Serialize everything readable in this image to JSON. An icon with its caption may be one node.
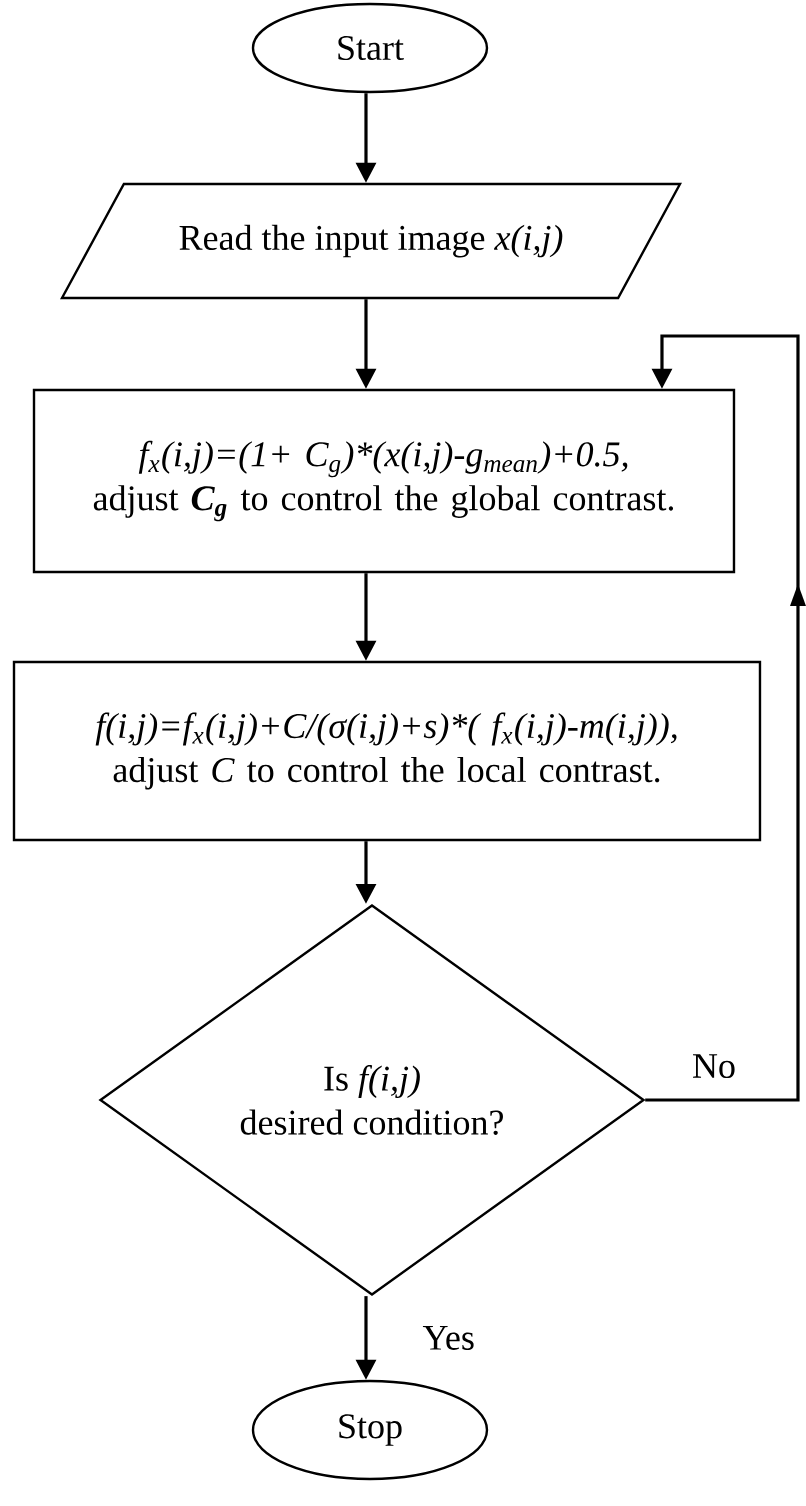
{
  "diagram": {
    "nodes": [
      {
        "text": [
          "Start"
        ]
      },
      {
        "text": [
          "Read the input image *x(i,j)*"
        ]
      },
      {
        "text": [
          "f$_{x}$(i,j)=(1+ C$_{g}$)*(x(i,j)-g$_{mean}$)+0.5,",
          "adjust **C$_{g}$** to control the global contrast."
        ]
      },
      {
        "text": [
          "f(i,j)=f$_{x}$(i,j)+C/(σ(i,j)+s)*( f$_{x}$(i,j)-m(i,j)),",
          "adjust *C* to control the local contrast."
        ]
      },
      {
        "text": [
          "Is *f(i,j)* desired condition?"
        ]
      },
      {
        "text": [
          "Stop"
        ]
      }
    ],
    "edges": [
      {
        "from": 0,
        "to": 1,
        "arrow": "to"
      },
      {
        "from": 1,
        "to": 2,
        "arrow": "to"
      },
      {
        "from": 2,
        "to": 3,
        "arrow": "to"
      },
      {
        "from": 3,
        "to": 4,
        "arrow": "to"
      },
      {
        "from": 4,
        "to": 5,
        "arrow": "to",
        "label": "Yes"
      },
      {
        "from": 4,
        "to": 2,
        "arrow": "to",
        "label": "No"
      }
    ]
  }
}
